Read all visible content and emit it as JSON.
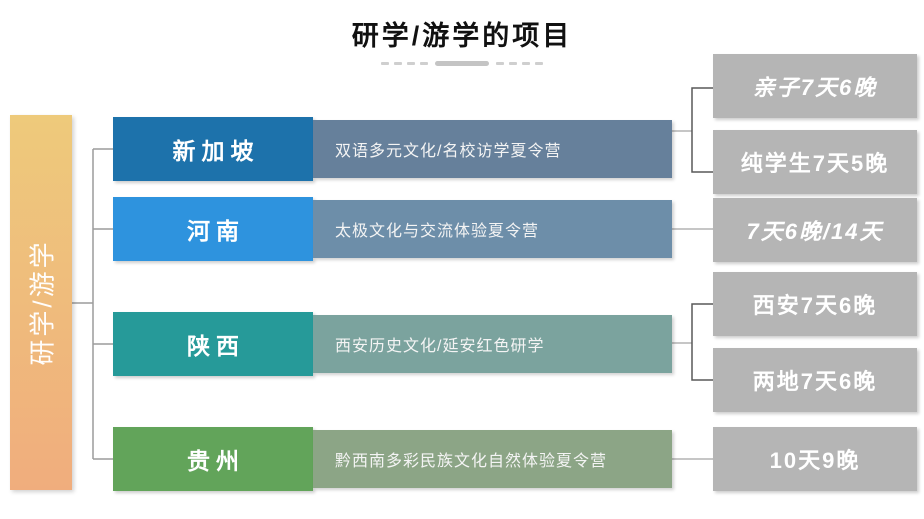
{
  "title": "研学/游学的项目",
  "category": {
    "label": "研学/游学"
  },
  "colors": {
    "bar_top": "#eeca7b",
    "bar_bottom": "#f0ad7d",
    "duration_box": "#b5b5b5",
    "connector_light": "#b3b3b3",
    "connector_dark": "#595959",
    "connector_left": "#9c9c9c"
  },
  "rows": [
    {
      "region": "新加坡",
      "program": "双语多元文化/名校访学夏令营",
      "region_color": "#1d72ab",
      "program_color": "#66809b"
    },
    {
      "region": "河南",
      "program": "太极文化与交流体验夏令营",
      "region_color": "#2e93de",
      "program_color": "#6d8ea9"
    },
    {
      "region": "陕西",
      "program": "西安历史文化/延安红色研学",
      "region_color": "#269a99",
      "program_color": "#7ba39e"
    },
    {
      "region": "贵州",
      "program": "黔西南多彩民族文化自然体验夏令营",
      "region_color": "#62a45a",
      "program_color": "#8ca586"
    }
  ],
  "durations": [
    {
      "label": "亲子7天6晚",
      "italic": true,
      "parent": "新加坡"
    },
    {
      "label": "纯学生7天5晚",
      "italic": false,
      "parent": "新加坡"
    },
    {
      "label": "7天6晚/14天",
      "italic": true,
      "parent": "河南"
    },
    {
      "label": "西安7天6晚",
      "italic": false,
      "parent": "陕西"
    },
    {
      "label": "两地7天6晚",
      "italic": false,
      "parent": "陕西"
    },
    {
      "label": "10天9晚",
      "italic": false,
      "parent": "贵州"
    }
  ]
}
